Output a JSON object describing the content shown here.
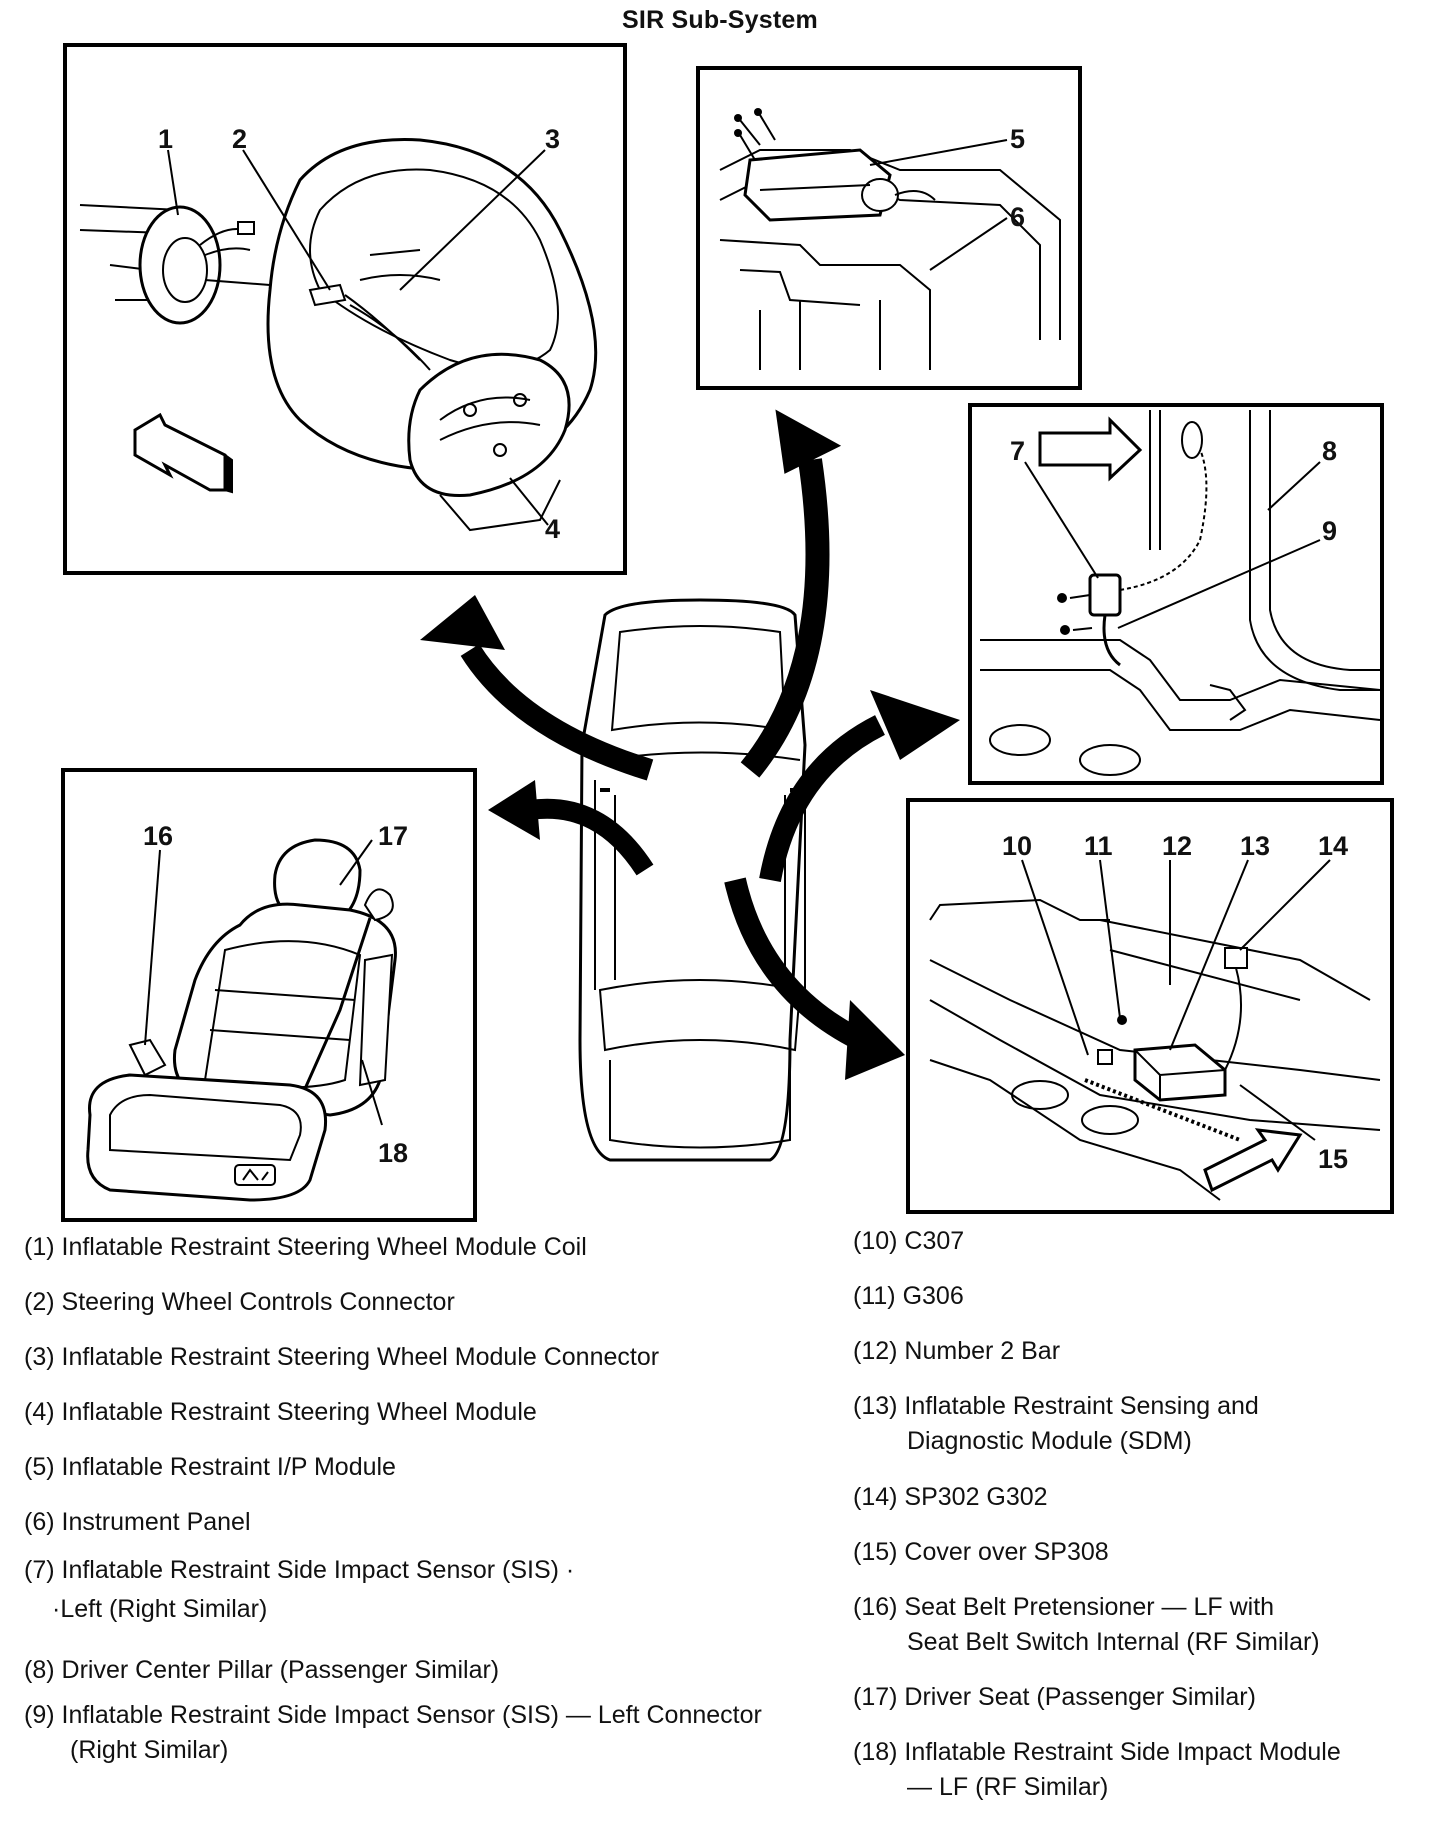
{
  "title": "SIR Sub-System",
  "callouts": [
    "1",
    "2",
    "3",
    "4",
    "5",
    "6",
    "7",
    "8",
    "9",
    "10",
    "11",
    "12",
    "13",
    "14",
    "15",
    "16",
    "17",
    "18"
  ],
  "legend_left": [
    {
      "num": "(1)",
      "text": "Inflatable Restraint Steering Wheel Module Coil",
      "cont": ""
    },
    {
      "num": "(2)",
      "text": "Steering Wheel Controls Connector",
      "cont": ""
    },
    {
      "num": "(3)",
      "text": "Inflatable Restraint Steering Wheel Module Connector",
      "cont": ""
    },
    {
      "num": "(4)",
      "text": "Inflatable Restraint Steering Wheel Module",
      "cont": ""
    },
    {
      "num": "(5)",
      "text": "Inflatable Restraint I/P Module",
      "cont": ""
    },
    {
      "num": "(6)",
      "text": "Instrument Panel",
      "cont": ""
    },
    {
      "num": "(7)",
      "text": "Inflatable Restraint Side Impact Sensor (SIS) ·",
      "cont": "·Left (Right Similar)"
    },
    {
      "num": "(8)",
      "text": "Driver Center Pillar (Passenger Similar)",
      "cont": ""
    },
    {
      "num": "(9)",
      "text": "Inflatable Restraint Side Impact Sensor (SIS) — Left Connector",
      "cont": "(Right Similar)"
    }
  ],
  "legend_right": [
    {
      "num": "(10)",
      "text": "C307",
      "cont": ""
    },
    {
      "num": "(11)",
      "text": "G306",
      "cont": ""
    },
    {
      "num": "(12)",
      "text": "Number 2 Bar",
      "cont": ""
    },
    {
      "num": "(13)",
      "text": "Inflatable Restraint Sensing and",
      "cont": "Diagnostic Module (SDM)"
    },
    {
      "num": "(14)",
      "text": "SP302 G302",
      "cont": ""
    },
    {
      "num": "(15)",
      "text": "Cover over SP308",
      "cont": ""
    },
    {
      "num": "(16)",
      "text": "Seat Belt Pretensioner — LF with",
      "cont": "Seat Belt Switch Internal (RF Similar)"
    },
    {
      "num": "(17)",
      "text": "Driver Seat (Passenger Similar)",
      "cont": ""
    },
    {
      "num": "(18)",
      "text": "Inflatable Restraint Side Impact Module",
      "cont": "— LF (RF Similar)"
    }
  ]
}
